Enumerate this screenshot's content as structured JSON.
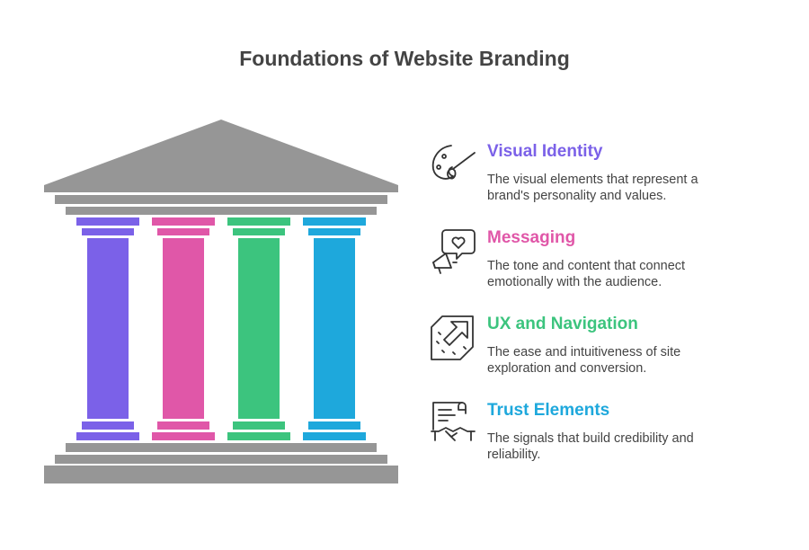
{
  "title": "Foundations of Website Branding",
  "colors": {
    "temple": "#969696",
    "text": "#444444",
    "icon": "#333333"
  },
  "pillars": [
    {
      "name": "Visual Identity",
      "description": "The visual elements that represent a brand's personality and values.",
      "color": "#7B61E8",
      "icon": "palette-brush-icon"
    },
    {
      "name": "Messaging",
      "description": "The tone and content that connect emotionally with the audience.",
      "color": "#E057A8",
      "icon": "megaphone-heart-icon"
    },
    {
      "name": "UX and Navigation",
      "description": "The ease and intuitiveness of site exploration and conversion.",
      "color": "#3CC47E",
      "icon": "navigation-arrow-icon"
    },
    {
      "name": "Trust Elements",
      "description": "The signals that build credibility and reliability.",
      "color": "#1EA8DC",
      "icon": "contract-handshake-icon"
    }
  ]
}
